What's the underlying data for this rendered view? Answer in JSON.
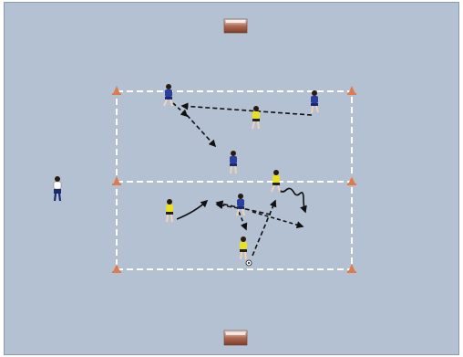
{
  "diagram": {
    "background": "#b4c1d2",
    "border_color": "#8c9aad",
    "line_color": "#ffffff",
    "cone_color": "#e07a4e",
    "blue_team_color": "#2d3f9e",
    "yellow_team_color": "#e8e020",
    "coach_color": "#ffffff",
    "goal_color": "#b06a50"
  },
  "players": [
    {
      "id": "blue-top-left",
      "team": "blue"
    },
    {
      "id": "blue-top-right",
      "team": "blue"
    },
    {
      "id": "yellow-top-center",
      "team": "yellow"
    },
    {
      "id": "blue-center",
      "team": "blue"
    },
    {
      "id": "yellow-right",
      "team": "yellow"
    },
    {
      "id": "yellow-left",
      "team": "yellow"
    },
    {
      "id": "blue-bottom-center",
      "team": "blue"
    },
    {
      "id": "yellow-bottom-with-ball",
      "team": "yellow"
    },
    {
      "id": "coach",
      "team": "neutral"
    }
  ],
  "cones": 6,
  "goals": 2
}
